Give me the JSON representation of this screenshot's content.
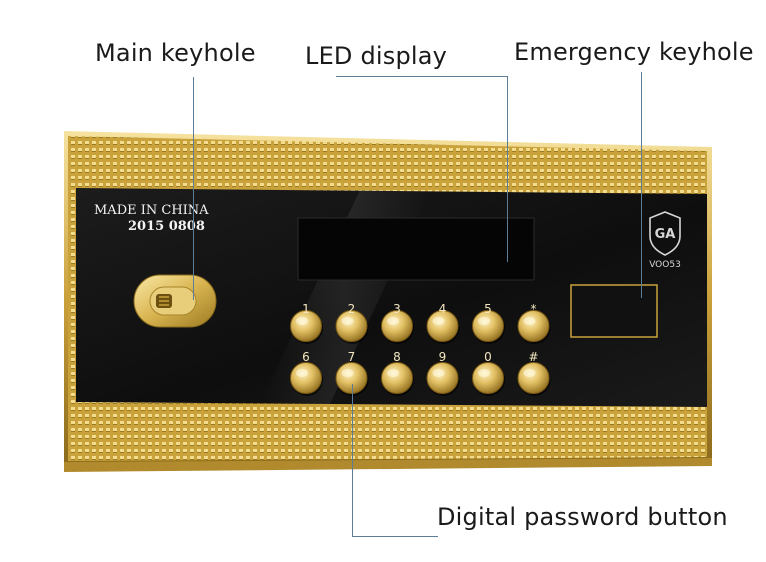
{
  "callouts": {
    "main_keyhole": "Main keyhole",
    "led_display": "LED display",
    "emergency_keyhole": "Emergency keyhole",
    "digital_password_button": "Digital password button"
  },
  "panel": {
    "made_in": "MADE IN CHINA",
    "date_code": "2015 0808",
    "badge_mark": "GA",
    "badge_code": "VOO53"
  },
  "keypad": {
    "row1": [
      "1",
      "2",
      "3",
      "4",
      "5",
      "*"
    ],
    "row2": [
      "6",
      "7",
      "8",
      "9",
      "0",
      "#"
    ]
  },
  "colors": {
    "gold": "#d9b24a",
    "panel_black": "#121212",
    "leader_line": "#5b7d97"
  }
}
